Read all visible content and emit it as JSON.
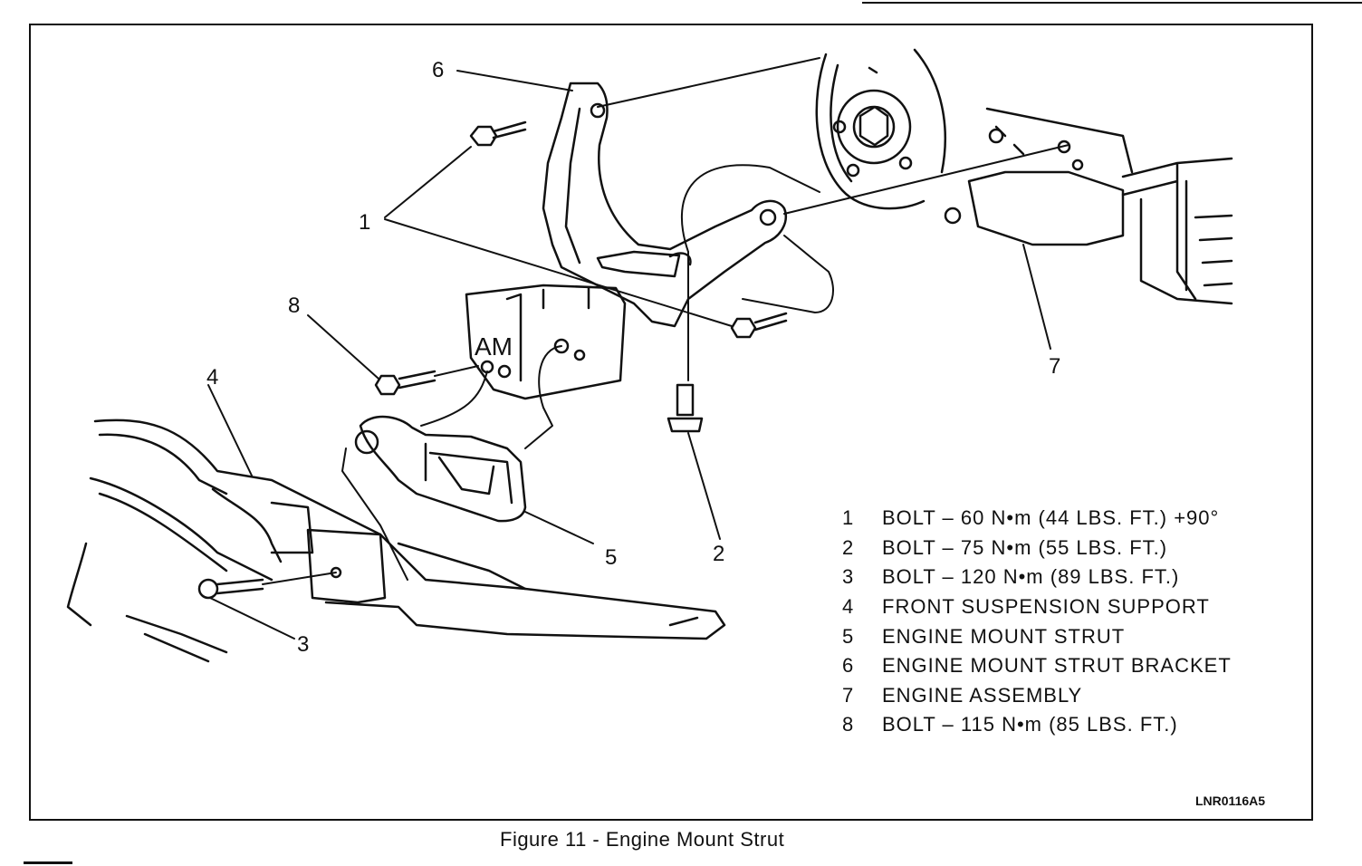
{
  "callouts": [
    "1",
    "2",
    "3",
    "4",
    "5",
    "6",
    "7",
    "8"
  ],
  "legend": [
    {
      "num": "1",
      "text": "BOLT – 60 N•m (44 LBS. FT.) +90°"
    },
    {
      "num": "2",
      "text": "BOLT – 75 N•m (55 LBS. FT.)"
    },
    {
      "num": "3",
      "text": "BOLT – 120 N•m (89 LBS. FT.)"
    },
    {
      "num": "4",
      "text": "FRONT SUSPENSION SUPPORT"
    },
    {
      "num": "5",
      "text": "ENGINE MOUNT STRUT"
    },
    {
      "num": "6",
      "text": "ENGINE MOUNT STRUT BRACKET"
    },
    {
      "num": "7",
      "text": "ENGINE ASSEMBLY"
    },
    {
      "num": "8",
      "text": "BOLT – 115 N•m (85 LBS. FT.)"
    }
  ],
  "bracket_marking": "AM",
  "figure_code": "LNR0116A5",
  "caption": "Figure 11 - Engine Mount Strut"
}
